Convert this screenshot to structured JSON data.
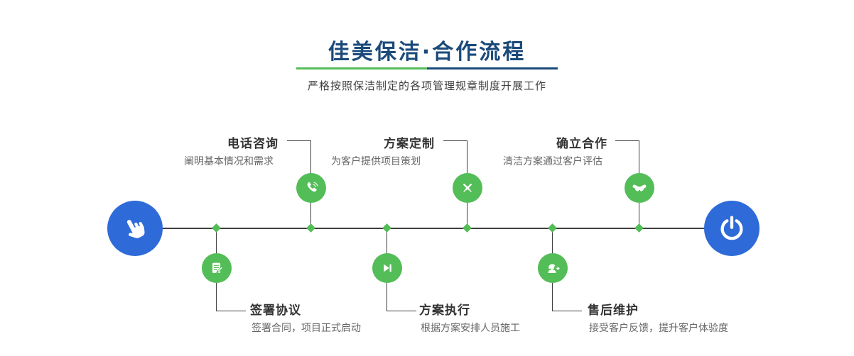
{
  "header": {
    "title": "佳美保洁·合作流程",
    "subtitle": "严格按照保洁制定的各项管理规章制度开展工作"
  },
  "colors": {
    "green": "#53bd57",
    "blue": "#2e6bd9",
    "navy": "#1b4a7a",
    "line": "#3f3f3f"
  },
  "flow": {
    "start_icon": "hand-pointer-icon",
    "end_icon": "power-icon",
    "top_steps": [
      {
        "title": "电话咨询",
        "desc": "阐明基本情况和需求",
        "icon": "phone-icon"
      },
      {
        "title": "方案定制",
        "desc": "为客户提供项目策划",
        "icon": "design-tools-icon"
      },
      {
        "title": "确立合作",
        "desc": "清洁方案通过客户评估",
        "icon": "handshake-icon"
      }
    ],
    "bottom_steps": [
      {
        "title": "签署协议",
        "desc": "签署合同，项目正式启动",
        "icon": "contract-icon"
      },
      {
        "title": "方案执行",
        "desc": "根据方案安排人员施工",
        "icon": "execute-icon"
      },
      {
        "title": "售后维护",
        "desc": "接受客户反馈，提升客户体验度",
        "icon": "support-icon"
      }
    ]
  }
}
